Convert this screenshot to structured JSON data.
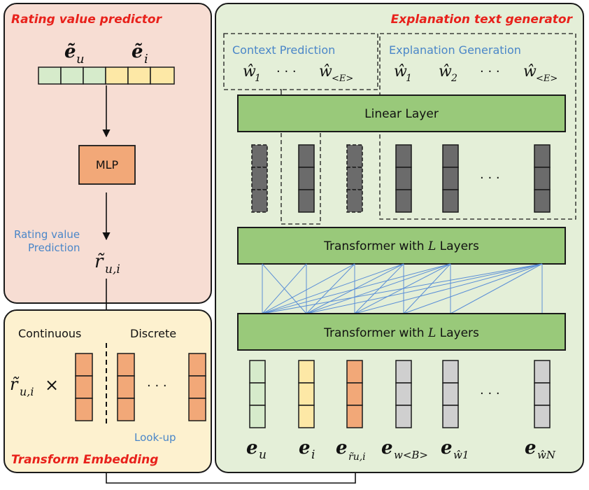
{
  "rating_panel": {
    "title": "Rating value predictor",
    "emb_user": "ẽ",
    "emb_user_sub": "u",
    "emb_item": "ẽ",
    "emb_item_sub": "i",
    "mlp_label": "MLP",
    "prediction_label_1": "Rating value",
    "prediction_label_2": "Prediction",
    "rating_symbol": "r̃",
    "rating_sub": "u,i"
  },
  "transform_panel": {
    "title": "Transform Embedding",
    "continuous_label": "Continuous",
    "discrete_label": "Discrete",
    "rating_symbol": "r̃",
    "rating_sub": "u,i",
    "times": "×",
    "dots": "· · ·",
    "lookup_label": "Look-up"
  },
  "generator_panel": {
    "title": "Explanation text generator",
    "context_title": "Context Prediction",
    "context_tokens": [
      "ŵ",
      "· · ·",
      "ŵ"
    ],
    "context_subs": [
      "1",
      "",
      "<E>"
    ],
    "explanation_title": "Explanation Generation",
    "explanation_tokens": [
      "ŵ",
      "ŵ",
      "· · ·",
      "ŵ"
    ],
    "explanation_subs": [
      "1",
      "2",
      "",
      "<E>"
    ],
    "linear_layer": "Linear Layer",
    "transformer_top_prefix": "Transformer with ",
    "transformer_top_var": "L",
    "transformer_top_suffix": " Layers",
    "transformer_bottom_prefix": "Transformer with ",
    "transformer_bottom_var": "L",
    "transformer_bottom_suffix": " Layers",
    "output_dots": "· · ·",
    "input_dots": "· · ·",
    "input_labels": [
      {
        "main": "e",
        "sub": "u"
      },
      {
        "main": "e",
        "sub": "i"
      },
      {
        "main": "e",
        "sub": "r̃u,i"
      },
      {
        "main": "e",
        "sub": "w<B>"
      },
      {
        "main": "e",
        "sub": "ŵ1"
      },
      {
        "main": "e",
        "sub": "ŵN"
      }
    ]
  },
  "colors": {
    "rating_panel_bg": "#f7ddd3",
    "transform_panel_bg": "#fdf1cf",
    "generator_panel_bg": "#e4efd8",
    "green_bar": "#99c97a",
    "green_cell": "#d6ebcb",
    "yellow_cell": "#fde8a6",
    "orange_cell": "#f2a878",
    "dark_cell": "#6b6b6b",
    "gray_cell": "#cfcfcf",
    "edge_blue": "#5b8fd6",
    "title_red": "#e8211b",
    "label_blue": "#4a86c8"
  }
}
